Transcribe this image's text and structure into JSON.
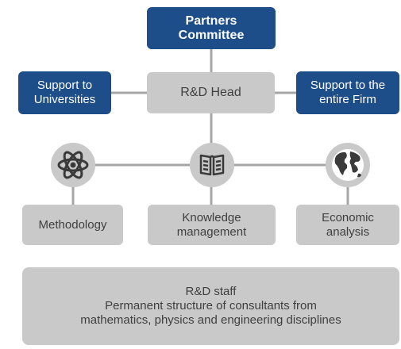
{
  "colors": {
    "blue": "#1d4e89",
    "grey": "#c9c9c9",
    "connector": "#a6a6a6",
    "icon_dark": "#3a3a3a"
  },
  "partners_committee": "Partners\nCommittee",
  "support_universities": "Support to\nUniversities",
  "rd_head": "R&D Head",
  "support_firm": "Support to the\nentire Firm",
  "icons": [
    "atom-icon",
    "book-icon",
    "globe-icon"
  ],
  "methodology": "Methodology",
  "knowledge_management": "Knowledge\nmanagement",
  "economic_analysis": "Economic\nanalysis",
  "rd_staff": {
    "title": "R&D staff",
    "line1": "Permanent structure of consultants from",
    "line2": "mathematics, physics and engineering disciplines"
  }
}
